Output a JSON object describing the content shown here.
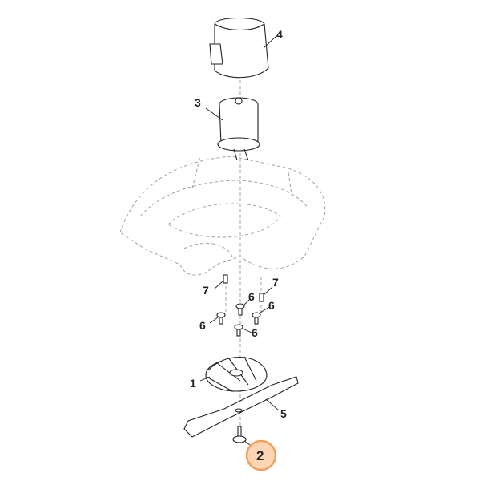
{
  "diagram": {
    "callouts": [
      {
        "id": "callout-4",
        "text": "4"
      },
      {
        "id": "callout-3",
        "text": "3"
      },
      {
        "id": "callout-7a",
        "text": "7"
      },
      {
        "id": "callout-7b",
        "text": "7"
      },
      {
        "id": "callout-6a",
        "text": "6"
      },
      {
        "id": "callout-6b",
        "text": "6"
      },
      {
        "id": "callout-6c",
        "text": "6"
      },
      {
        "id": "callout-6d",
        "text": "6"
      },
      {
        "id": "callout-1",
        "text": "1"
      },
      {
        "id": "callout-5",
        "text": "5"
      },
      {
        "id": "callout-2",
        "text": "2"
      }
    ],
    "highlight": {
      "callout": "2",
      "fill": "#fcd5b4",
      "stroke": "#f0a05a"
    }
  }
}
